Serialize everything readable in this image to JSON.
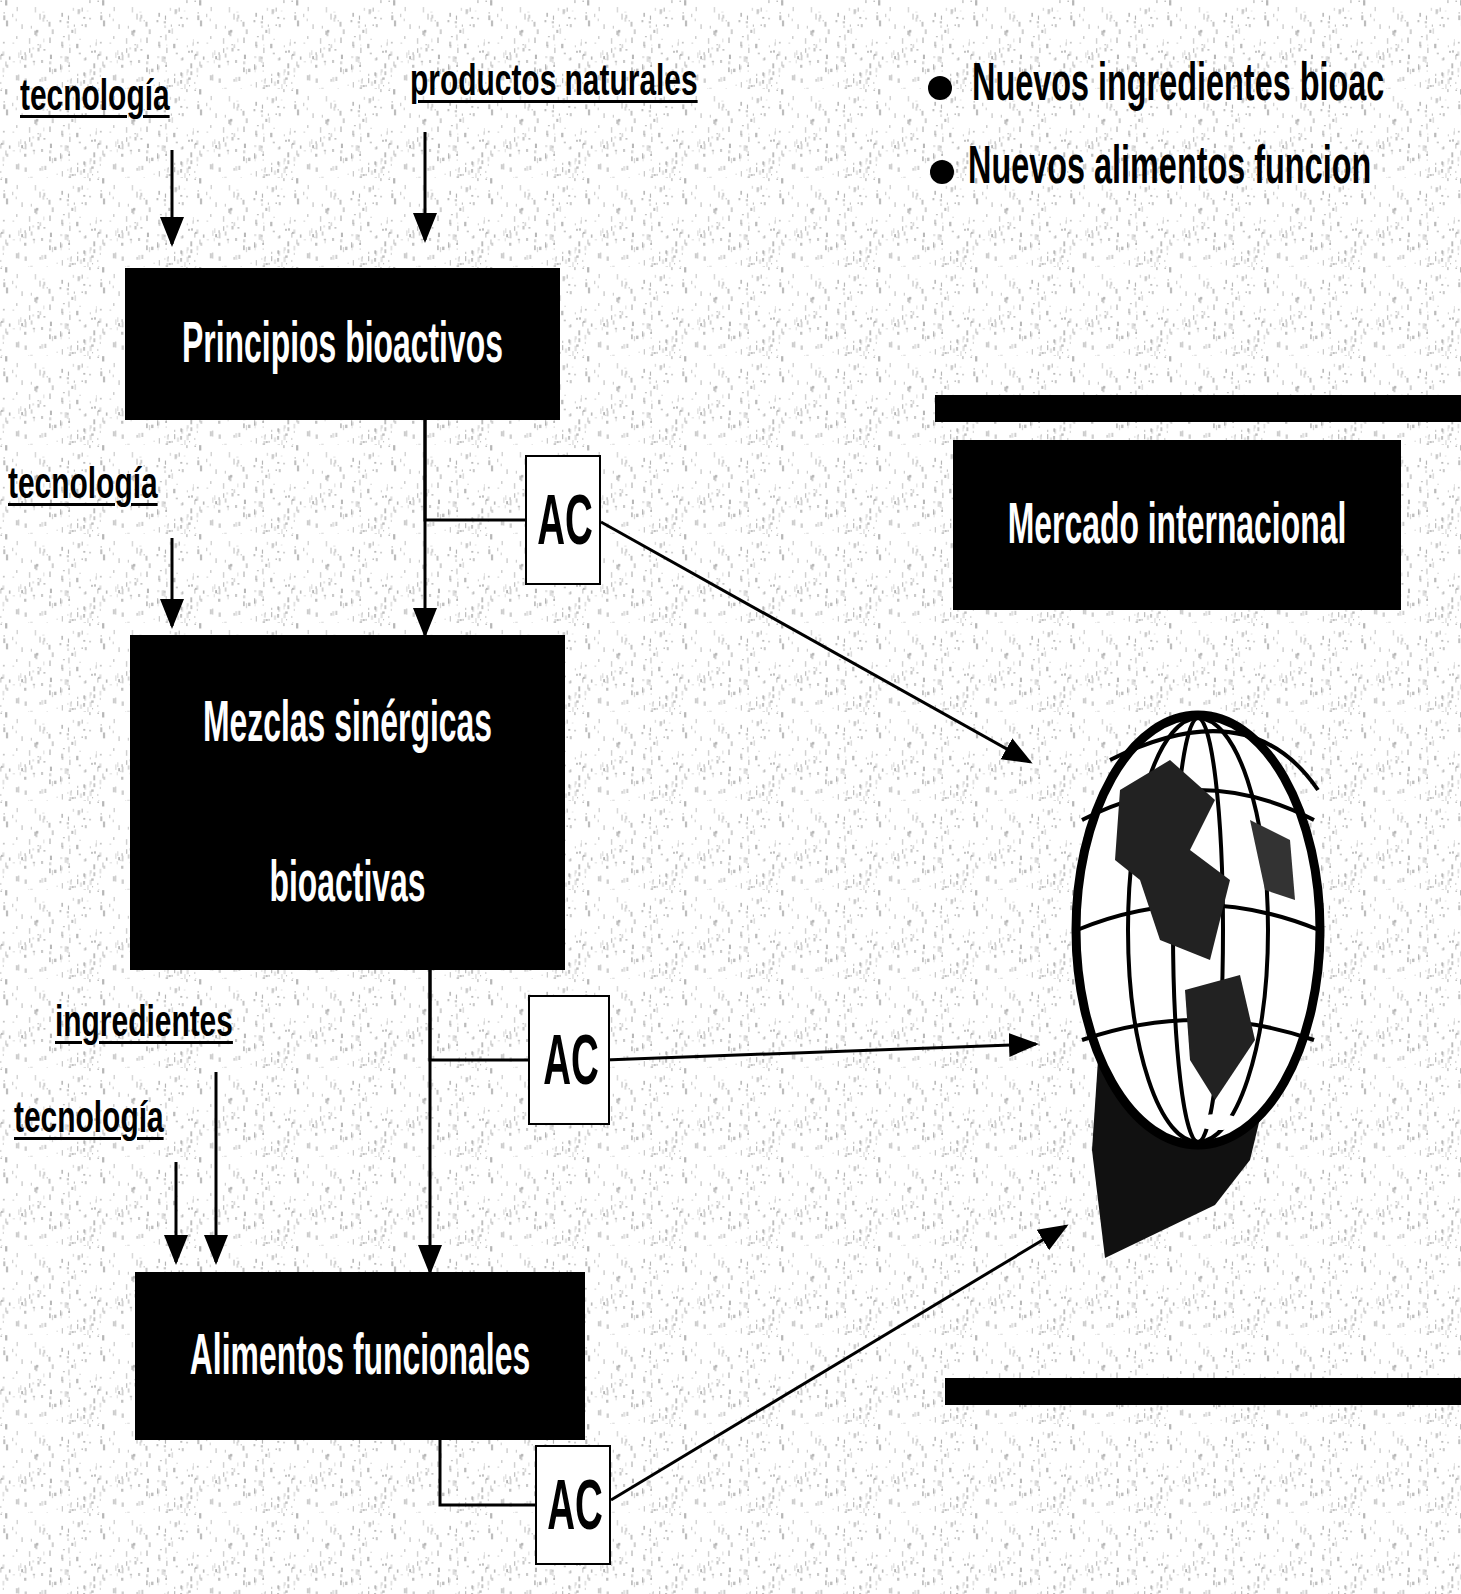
{
  "diagram": {
    "nodes": [
      {
        "text": [
          "Principios bioactivos"
        ]
      },
      {
        "text": [
          "AC"
        ]
      },
      {
        "text": [
          "Mezclas sinérgicas bioactivas"
        ]
      },
      {
        "text": [
          "AC"
        ]
      },
      {
        "text": [
          "Alimentos funcionales"
        ]
      },
      {
        "text": [
          "AC"
        ]
      },
      {
        "text": [
          "Mercado internacional"
        ]
      }
    ],
    "edges": [
      {
        "from": 0,
        "to": 2,
        "arrow": "to"
      },
      {
        "from": 0,
        "to": 1,
        "arrow": "none"
      },
      {
        "from": 2,
        "to": 4,
        "arrow": "to"
      },
      {
        "from": 2,
        "to": 3,
        "arrow": "none"
      },
      {
        "from": 4,
        "to": 5,
        "arrow": "none"
      }
    ],
    "labels": [
      "Nuevos ingredientes bioac",
      "Nuevos alimentos funcion",
      "tecnología",
      "productos naturales",
      "tecnología",
      "ingredientes",
      "tecnología"
    ]
  }
}
